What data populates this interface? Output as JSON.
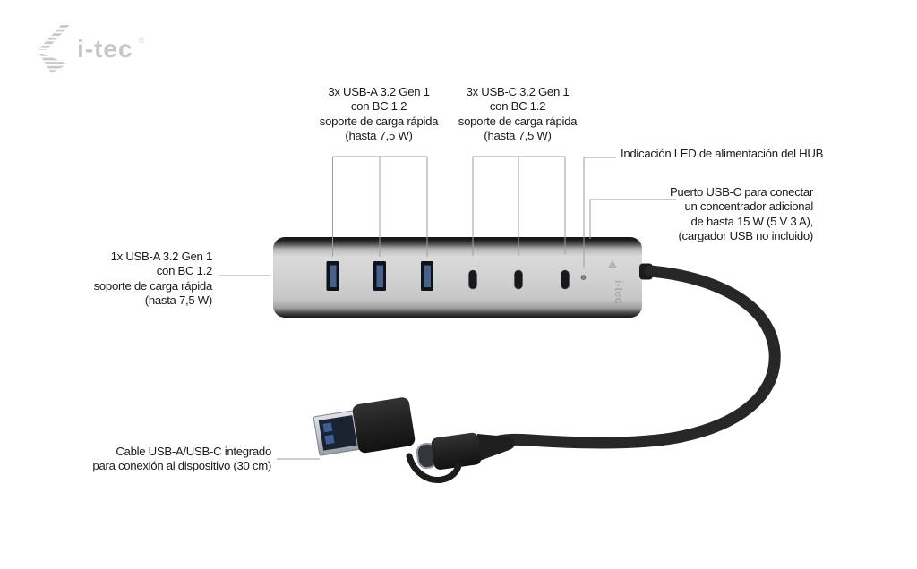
{
  "logo": {
    "brand": "i-tec",
    "registered": "®"
  },
  "labels": {
    "usb_a_3x": "3x USB-A 3.2 Gen 1\ncon BC 1.2\nsoporte de carga rápida\n(hasta 7,5 W)",
    "usb_c_3x": "3x USB-C 3.2 Gen 1\ncon BC 1.2\nsoporte de carga rápida\n(hasta 7,5 W)",
    "led": "Indicación LED de alimentación del HUB",
    "usb_c_charge": "Puerto USB-C para conectar\nun concentrador adicional\nde hasta 15 W (5 V 3 A),\n(cargador USB no incluido)",
    "usb_a_1x": "1x USB-A 3.2 Gen 1\ncon BC 1.2\nsoporte de carga rápida\n(hasta 7,5 W)",
    "cable": "Cable USB-A/USB-C integrado\npara conexión al dispositivo (30 cm)"
  },
  "device": {
    "watermark": "i-tec",
    "usb_a_ports": 3,
    "usb_c_ports": 3,
    "colors": {
      "hub_silver": "#d2d2d2",
      "hub_edge_dark": "#1a1a1a",
      "usb_a_blue": "#44628c",
      "cable_black": "#272727",
      "leader_line": "#9d9d9d",
      "text": "#1b1b1b",
      "logo_gray": "#c7c7c7"
    }
  }
}
